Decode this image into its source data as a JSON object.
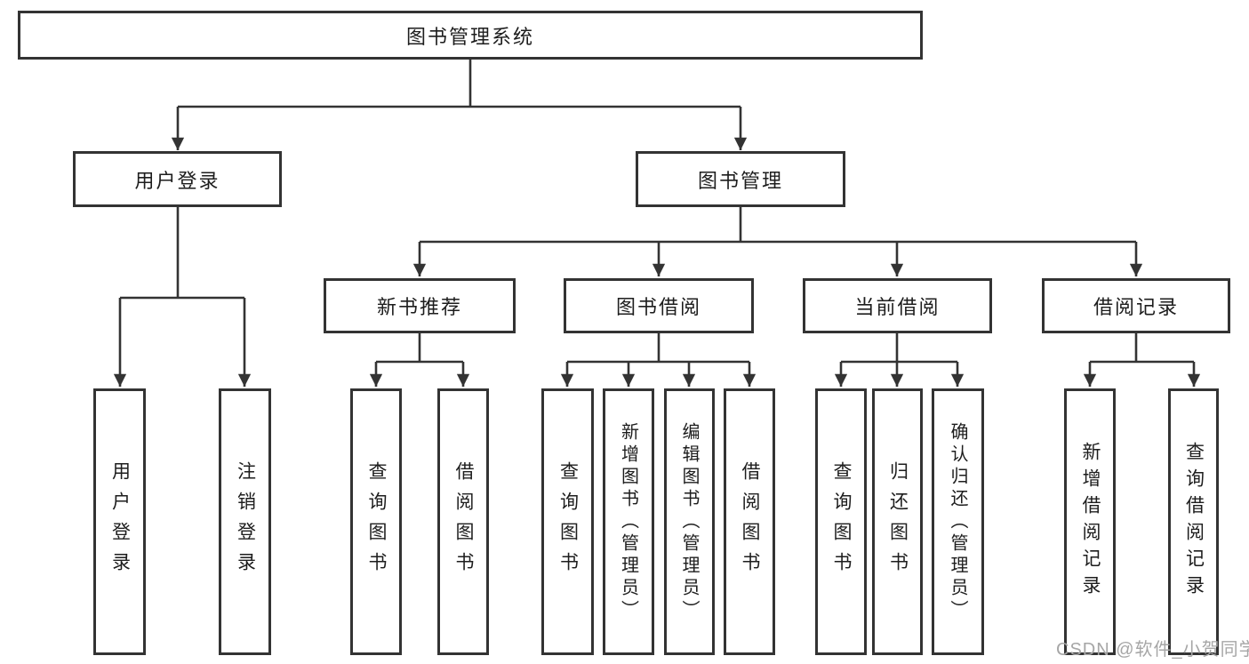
{
  "diagram": {
    "root": {
      "label": "图书管理系统",
      "children": [
        {
          "label": "用户登录",
          "children": [
            {
              "label": "用户登录"
            },
            {
              "label": "注销登录"
            }
          ]
        },
        {
          "label": "图书管理",
          "children": [
            {
              "label": "新书推荐",
              "children": [
                {
                  "label": "查询图书"
                },
                {
                  "label": "借阅图书"
                }
              ]
            },
            {
              "label": "图书借阅",
              "children": [
                {
                  "label": "查询图书"
                },
                {
                  "label": "新增图书（管理员）"
                },
                {
                  "label": "编辑图书（管理员）"
                },
                {
                  "label": "借阅图书"
                }
              ]
            },
            {
              "label": "当前借阅",
              "children": [
                {
                  "label": "查询图书"
                },
                {
                  "label": "归还图书"
                },
                {
                  "label": "确认归还（管理员）"
                }
              ]
            },
            {
              "label": "借阅记录",
              "children": [
                {
                  "label": "新增借阅记录"
                },
                {
                  "label": "查询借阅记录"
                }
              ]
            }
          ]
        }
      ]
    }
  },
  "watermark": {
    "text": "CSDN @软件_小贺同学"
  },
  "colors": {
    "line": "#333333",
    "box_border": "#333333",
    "text": "#1d1d1d",
    "watermark": "#a6a6a6",
    "background": "#ffffff"
  }
}
